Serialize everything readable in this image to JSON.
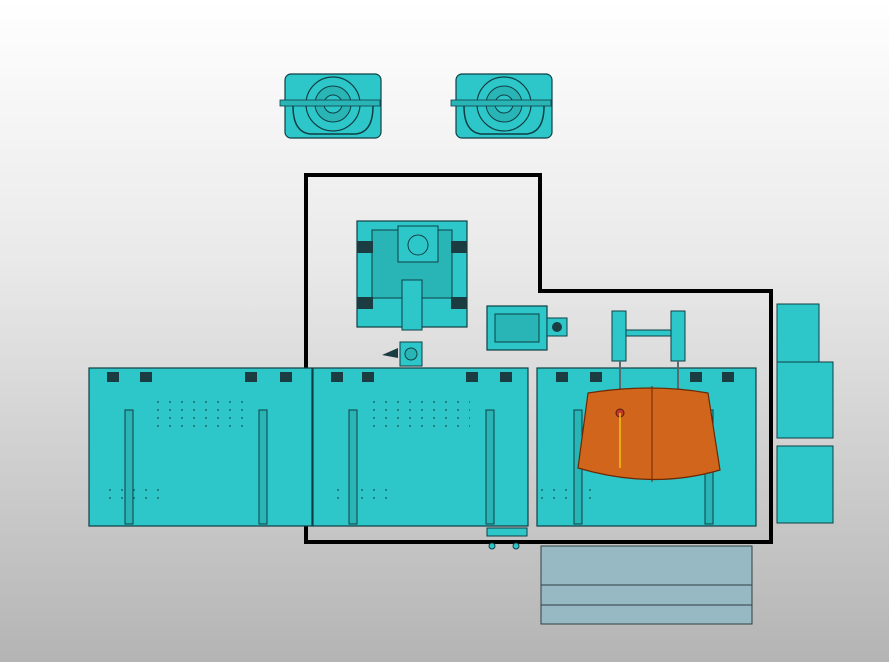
{
  "viewport": {
    "background_top": "#ffffff",
    "background_bottom": "#b4b4b4"
  },
  "colors": {
    "part_fill": "#2ec7c9",
    "part_stroke": "#0f3f44",
    "dark_detail": "#1b3c40",
    "highlight_fill": "#d0651b",
    "highlight_stroke": "#6b2a05",
    "boundary": "#000000",
    "platform_fill": "#97b9c3",
    "platform_stroke": "#2f3f44"
  },
  "components": [
    {
      "name": "top-left-motor-unit",
      "type": "motor"
    },
    {
      "name": "top-right-motor-unit",
      "type": "motor"
    },
    {
      "name": "gearbox-assembly",
      "type": "gearbox"
    },
    {
      "name": "small-actuator",
      "type": "actuator"
    },
    {
      "name": "lift-frame",
      "type": "frame"
    },
    {
      "name": "fixture-table-1",
      "type": "table"
    },
    {
      "name": "fixture-table-2",
      "type": "table"
    },
    {
      "name": "fixture-table-3",
      "type": "table"
    },
    {
      "name": "highlighted-workpiece",
      "type": "workpiece",
      "selected": true
    },
    {
      "name": "side-cabinets",
      "type": "cabinet"
    },
    {
      "name": "bottom-platform",
      "type": "platform"
    }
  ]
}
